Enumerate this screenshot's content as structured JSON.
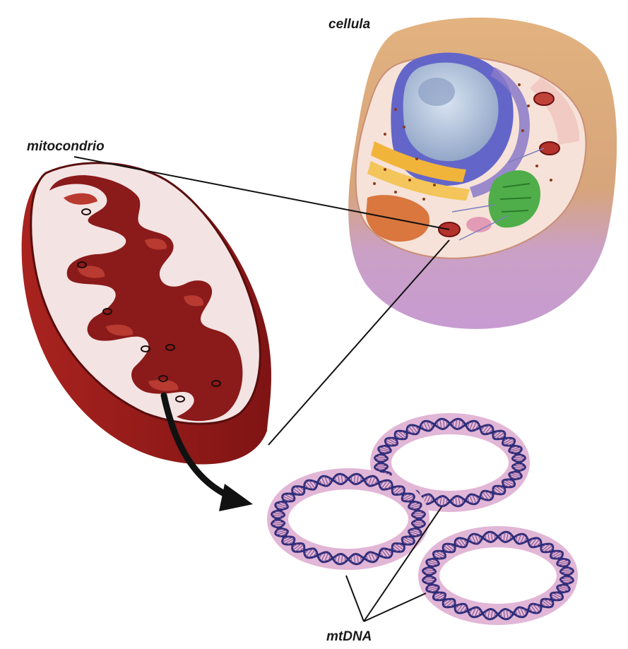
{
  "labels": {
    "cell": "cellula",
    "mitochondrion": "mitocondrio",
    "mtdna": "mtDNA"
  },
  "colors": {
    "cell_outer": "#d9a676",
    "cell_lower": "#c9a0cf",
    "cytoplasm": "#f6e6de",
    "nucleus_envelope": "#5f63c4",
    "nucleus": "#aebfd8",
    "golgi": "#f0b53a",
    "chloroplast": "#4fae4a",
    "mito_dark": "#8b1a1a",
    "mito_mid": "#b3322b",
    "mito_pale": "#f4e3e3",
    "dna_ring": "#e2b6d6",
    "dna_strand": "#2b2d7a",
    "line": "#111111"
  }
}
